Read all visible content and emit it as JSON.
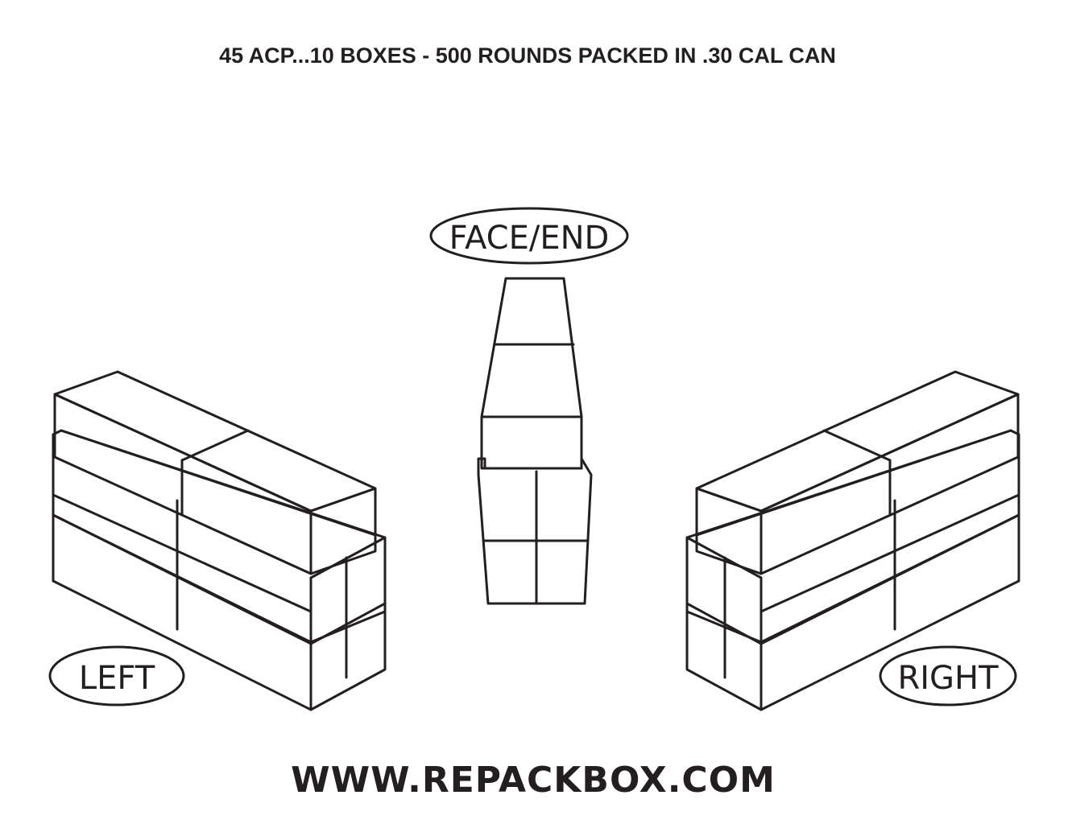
{
  "title": "45 ACP...10 BOXES - 500 ROUNDS PACKED IN .30 CAL CAN",
  "views": {
    "face": "FACE/END",
    "left": "LEFT",
    "right": "RIGHT"
  },
  "footer": {
    "url": "WWW.REPACKBOX.COM"
  },
  "colors": {
    "ink": "#231f20",
    "background": "#ffffff"
  }
}
